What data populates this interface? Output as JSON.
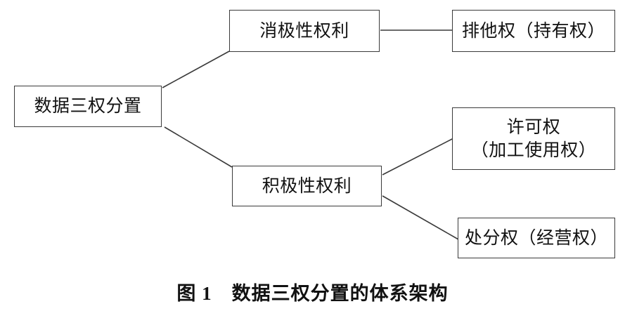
{
  "figure": {
    "caption": "图 1　数据三权分置的体系架构",
    "line_color": "#3a3a3a",
    "box_border_color": "#3a3a3a",
    "text_color": "#111111",
    "background": "#ffffff"
  },
  "nodes": {
    "root": {
      "label": "数据三权分置"
    },
    "negative_rights": {
      "label": "消极性权利"
    },
    "exclusive_right": {
      "label": "排他权（持有权）"
    },
    "positive_rights": {
      "label": "积极性权利"
    },
    "license_right": {
      "label": "许可权\n（加工使用权）"
    },
    "disposal_right": {
      "label": "处分权（经营权）"
    }
  },
  "edges": [
    {
      "from": "root",
      "to": "negative_rights",
      "style": "diagonal"
    },
    {
      "from": "root",
      "to": "positive_rights",
      "style": "diagonal"
    },
    {
      "from": "negative_rights",
      "to": "exclusive_right",
      "style": "horizontal"
    },
    {
      "from": "positive_rights",
      "to": "license_right",
      "style": "diagonal"
    },
    {
      "from": "positive_rights",
      "to": "disposal_right",
      "style": "diagonal"
    }
  ]
}
